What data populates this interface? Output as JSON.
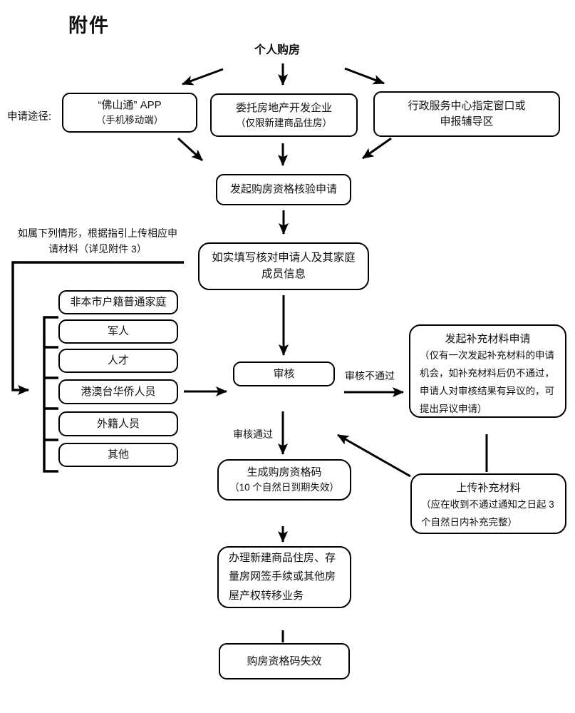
{
  "title": "附件",
  "flow": {
    "start": "个人购房",
    "channel_label": "申请途径:",
    "channels": {
      "app": {
        "main": "“佛山通” APP",
        "sub": "（手机移动端）"
      },
      "developer": {
        "main": "委托房地产开发企业",
        "sub": "（仅限新建商品住房）"
      },
      "service_center_line1": "行政服务中心指定窗口或",
      "service_center_line2": "申报辅导区"
    },
    "initiate": "发起购房资格核验申请",
    "note_line1": "如属下列情形，根据指引上传相应申",
    "note_line2": "请材料（详见附件 3）",
    "fill_info_line1": "如实填写核对申请人及其家庭",
    "fill_info_line2": "成员信息",
    "categories": [
      "非本市户籍普通家庭",
      "军人",
      "人才",
      "港澳台华侨人员",
      "外籍人员",
      "其他"
    ],
    "review": "审核",
    "review_fail_label": "审核不通过",
    "review_pass_label": "审核通过",
    "supplement_request": {
      "main": "发起补充材料申请",
      "sub": "（仅有一次发起补充材料的申请机会，如补充材料后仍不通过，申请人对审核结果有异议的，可提出异议申请）"
    },
    "code": {
      "main": "生成购房资格码",
      "sub": "（10 个自然日到期失效）"
    },
    "upload": {
      "main": "上传补充材料",
      "sub": "（应在收到不通过通知之日起 3 个自然日内补充完整）"
    },
    "handle": "办理新建商品住房、存量房网签手续或其他房屋产权转移业务",
    "invalid": "购房资格码失效"
  },
  "colors": {
    "line": "#000000",
    "background": "#ffffff",
    "text": "#111111"
  }
}
